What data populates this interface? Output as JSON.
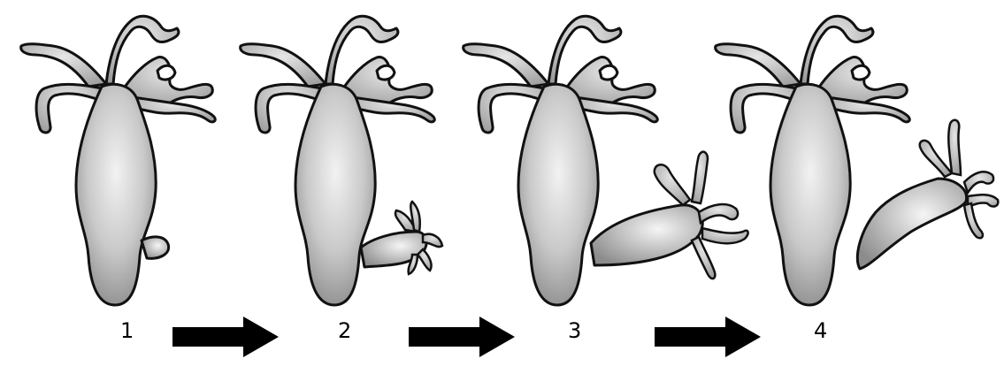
{
  "steps": [
    {
      "label": "1",
      "stage": "parent-with-bud"
    },
    {
      "label": "2",
      "stage": "bud-grows-tentacles"
    },
    {
      "label": "3",
      "stage": "bud-nearly-mature"
    },
    {
      "label": "4",
      "stage": "bud-detached"
    }
  ],
  "arrows": [
    "right-arrow-icon",
    "right-arrow-icon",
    "right-arrow-icon"
  ],
  "colors": {
    "body_highlight": "#f2f2f2",
    "body_mid": "#c9c9c9",
    "body_shadow": "#8a8a8a",
    "outline": "#111111",
    "arrow": "#000000"
  }
}
